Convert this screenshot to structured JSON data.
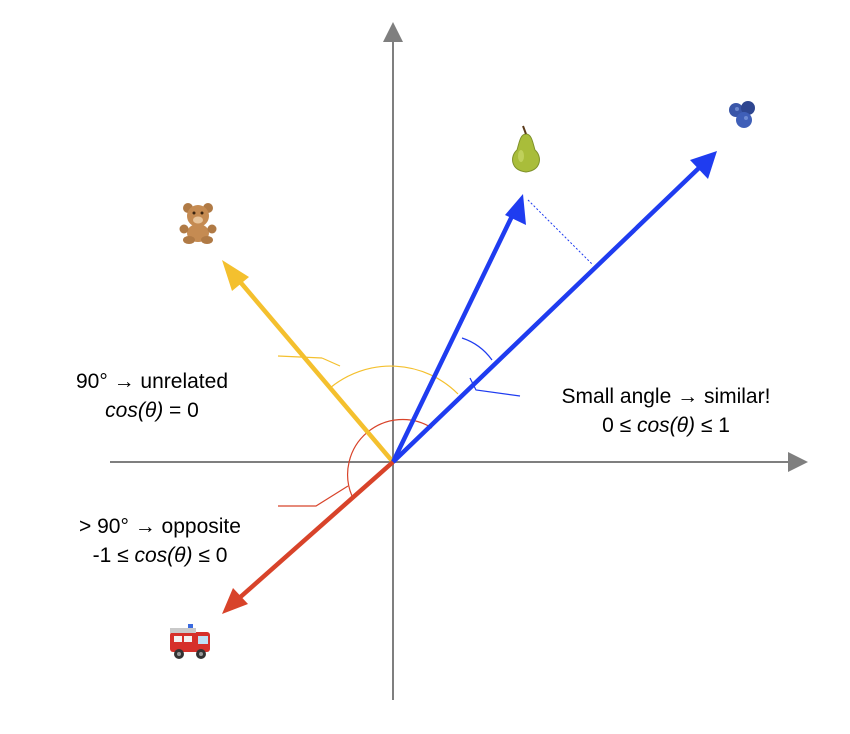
{
  "labels": {
    "unrelated": {
      "line1": "90° → unrelated",
      "line2_fn": "cos(θ)",
      "line2_rest": " = 0"
    },
    "similar": {
      "line1": "Small angle → similar!",
      "line2_pre": "0 ≤ ",
      "line2_fn": "cos(θ)",
      "line2_post": " ≤ 1"
    },
    "opposite": {
      "line1": "> 90° → opposite",
      "line2_pre": "-1 ≤ ",
      "line2_fn": "cos(θ)",
      "line2_post": " ≤ 0"
    }
  },
  "icons": {
    "teddy": "teddy-bear",
    "pear": "pear",
    "blueberries": "blueberries",
    "fire_engine": "fire-engine"
  },
  "colors": {
    "axis": "#7f7f7f",
    "blue_vector": "#1f3cf0",
    "yellow_vector": "#f4c02e",
    "red_vector": "#d8432a",
    "arc_yellow": "#f4c02e",
    "arc_red": "#d8432a"
  }
}
